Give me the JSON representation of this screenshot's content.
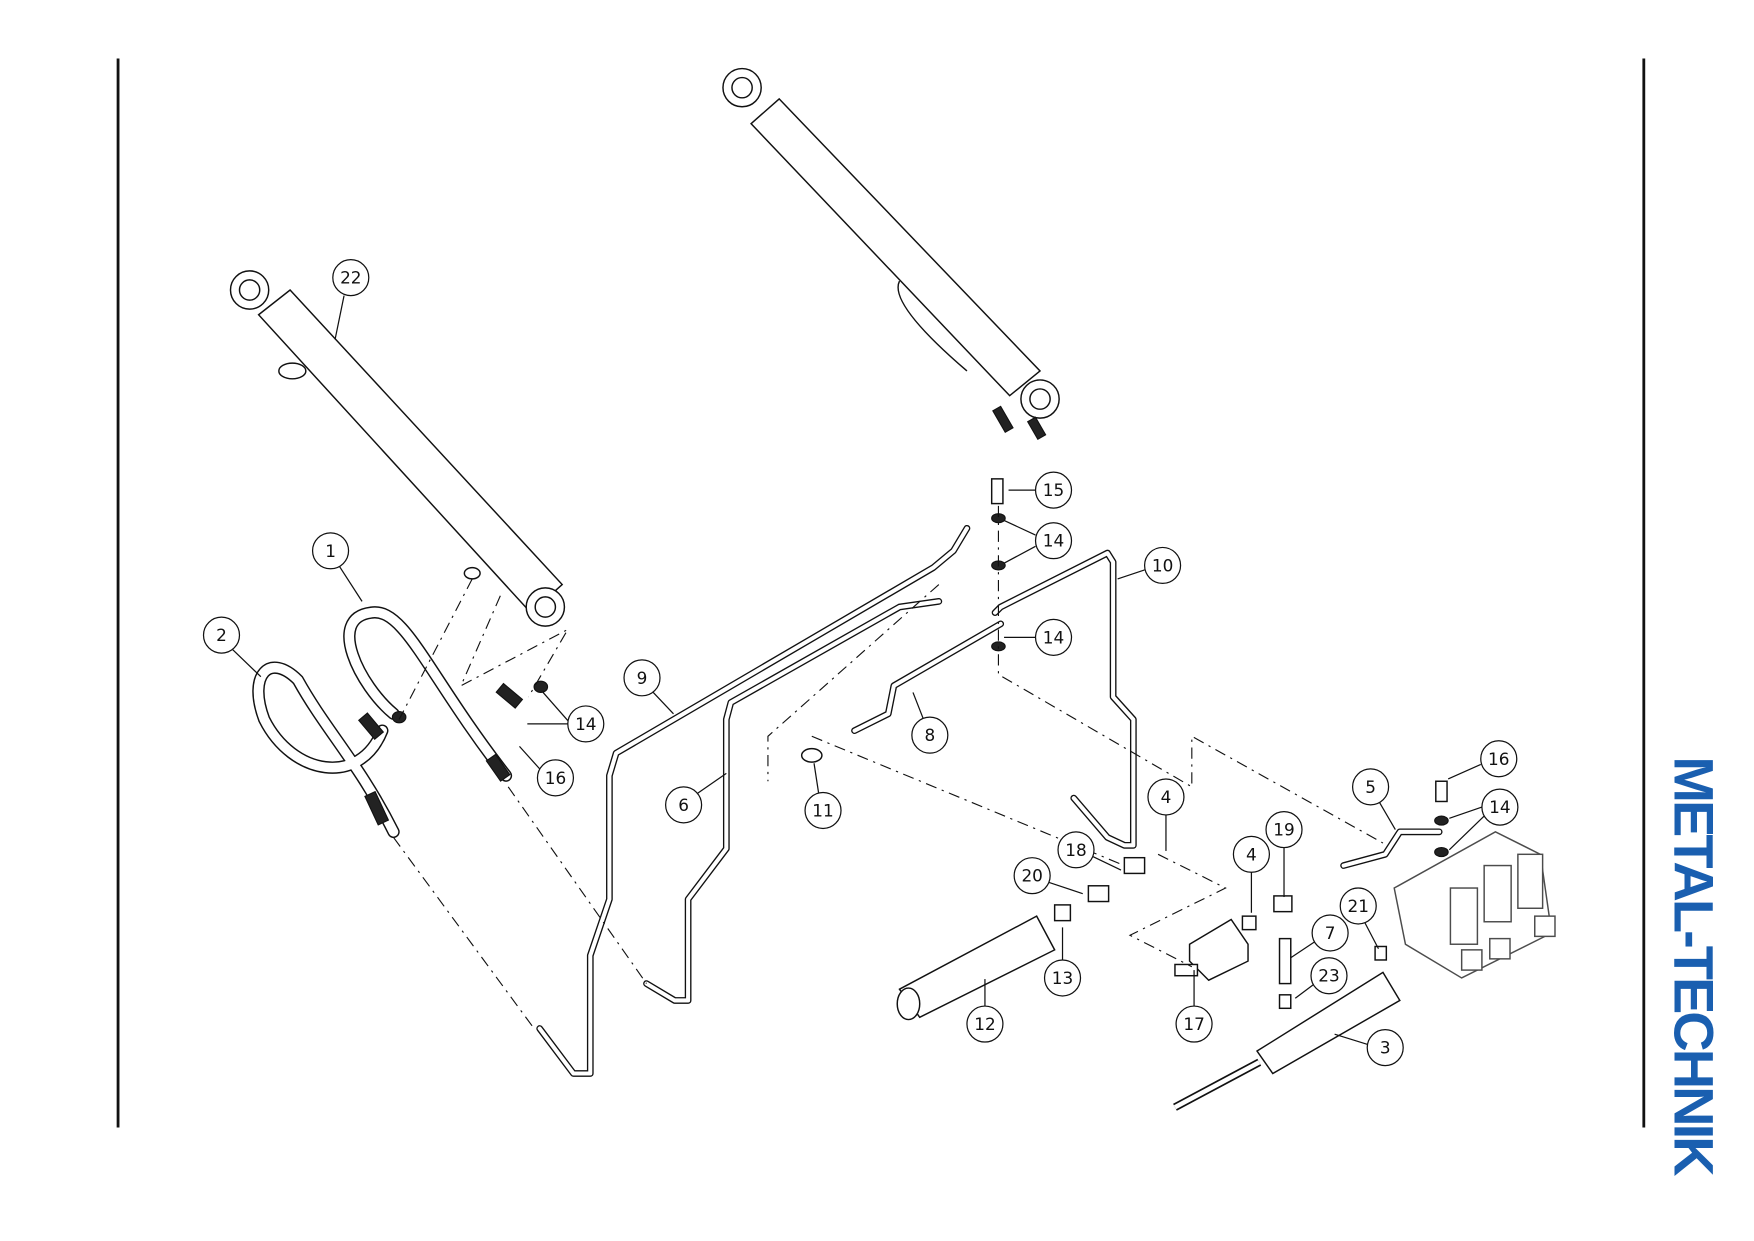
{
  "logo": {
    "text": "METAL-TECHNIK",
    "color": "#1a5fb0",
    "accent": "#8c8c8c"
  },
  "callouts": [
    "22",
    "1",
    "2",
    "14",
    "16",
    "9",
    "6",
    "15",
    "14",
    "10",
    "14",
    "8",
    "11",
    "4",
    "18",
    "20",
    "4",
    "19",
    "13",
    "12",
    "17",
    "7",
    "23",
    "21",
    "3",
    "5",
    "16",
    "14"
  ]
}
